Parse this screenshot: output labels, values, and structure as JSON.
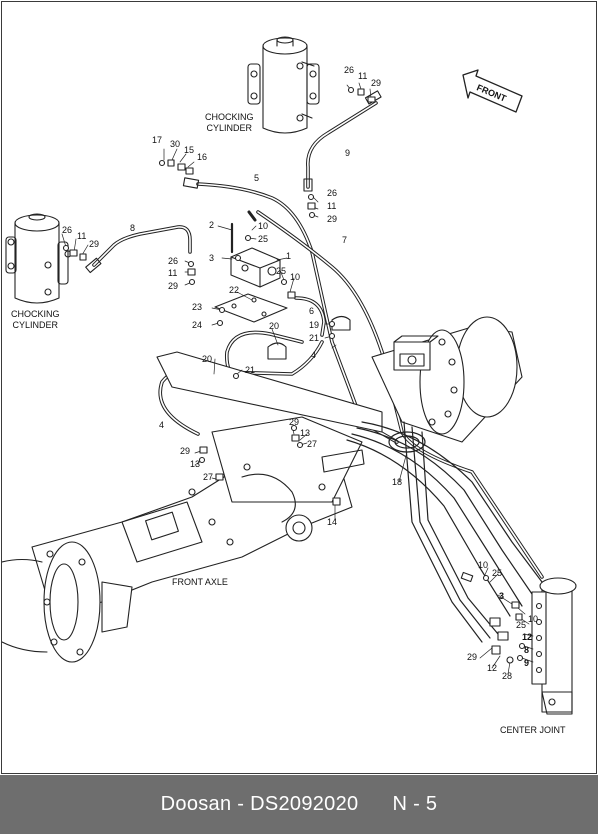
{
  "captions": {
    "chocking_cylinder_top": [
      "CHOCKING",
      "CYLINDER"
    ],
    "chocking_cylinder_left": [
      "CHOCKING",
      "CYLINDER"
    ],
    "front_axle": "FRONT AXLE",
    "center_joint": "CENTER JOINT",
    "front_arrow": "FRONT"
  },
  "callouts": [
    {
      "id": "c26a",
      "text": "26"
    },
    {
      "id": "c11a",
      "text": "11"
    },
    {
      "id": "c29a",
      "text": "29"
    },
    {
      "id": "c9",
      "text": "9"
    },
    {
      "id": "c26b",
      "text": "26"
    },
    {
      "id": "c11b",
      "text": "11"
    },
    {
      "id": "c29b",
      "text": "29"
    },
    {
      "id": "c17",
      "text": "17"
    },
    {
      "id": "c30",
      "text": "30"
    },
    {
      "id": "c15",
      "text": "15"
    },
    {
      "id": "c16",
      "text": "16"
    },
    {
      "id": "c5",
      "text": "5"
    },
    {
      "id": "c8",
      "text": "8"
    },
    {
      "id": "c26c",
      "text": "26"
    },
    {
      "id": "c11c",
      "text": "11"
    },
    {
      "id": "c29c",
      "text": "29"
    },
    {
      "id": "c2",
      "text": "2"
    },
    {
      "id": "c10a",
      "text": "10"
    },
    {
      "id": "c25a",
      "text": "25"
    },
    {
      "id": "c3a",
      "text": "3"
    },
    {
      "id": "c1",
      "text": "1"
    },
    {
      "id": "c7",
      "text": "7"
    },
    {
      "id": "c26d",
      "text": "26"
    },
    {
      "id": "c11d",
      "text": "11"
    },
    {
      "id": "c29d",
      "text": "29"
    },
    {
      "id": "c25b",
      "text": "25"
    },
    {
      "id": "c10b",
      "text": "10"
    },
    {
      "id": "c22",
      "text": "22"
    },
    {
      "id": "c23",
      "text": "23"
    },
    {
      "id": "c24",
      "text": "24"
    },
    {
      "id": "c6",
      "text": "6"
    },
    {
      "id": "c19",
      "text": "19"
    },
    {
      "id": "c21a",
      "text": "21"
    },
    {
      "id": "c20a",
      "text": "20"
    },
    {
      "id": "c20b",
      "text": "20"
    },
    {
      "id": "c4a",
      "text": "4"
    },
    {
      "id": "c21b",
      "text": "21"
    },
    {
      "id": "c4b",
      "text": "4"
    },
    {
      "id": "c29e",
      "text": "29"
    },
    {
      "id": "c13a",
      "text": "13"
    },
    {
      "id": "c27a",
      "text": "27"
    },
    {
      "id": "c29f",
      "text": "29"
    },
    {
      "id": "c13b",
      "text": "13"
    },
    {
      "id": "c27b",
      "text": "27"
    },
    {
      "id": "c18",
      "text": "18"
    },
    {
      "id": "c14",
      "text": "14"
    },
    {
      "id": "c10c",
      "text": "10"
    },
    {
      "id": "c25c",
      "text": "25"
    },
    {
      "id": "c3b",
      "text": "3"
    },
    {
      "id": "c25d",
      "text": "25"
    },
    {
      "id": "c10d",
      "text": "10"
    },
    {
      "id": "c12a",
      "text": "12"
    },
    {
      "id": "c8b",
      "text": "8"
    },
    {
      "id": "c9b",
      "text": "9"
    },
    {
      "id": "c29g",
      "text": "29"
    },
    {
      "id": "c12b",
      "text": "12"
    },
    {
      "id": "c28",
      "text": "28"
    }
  ],
  "footer": {
    "brand": "Doosan",
    "separator": " - ",
    "part_no": "DS2092020",
    "page": "N - 5"
  }
}
